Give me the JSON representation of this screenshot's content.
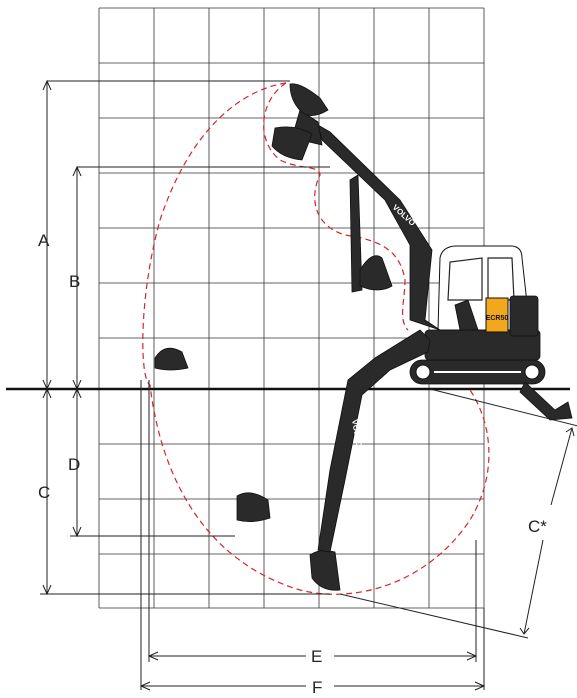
{
  "dimension_labels": {
    "A": "A",
    "B": "B",
    "C": "C",
    "D": "D",
    "E": "E",
    "F": "F",
    "C_star": "C*"
  },
  "machine": {
    "brand_text": "VOLVO",
    "model_text": "ECR50"
  },
  "colors": {
    "reach_envelope": "#d9232a",
    "machine_body": "#2a2a2a",
    "model_badge": "#f2a81d",
    "grid": "#333333"
  }
}
